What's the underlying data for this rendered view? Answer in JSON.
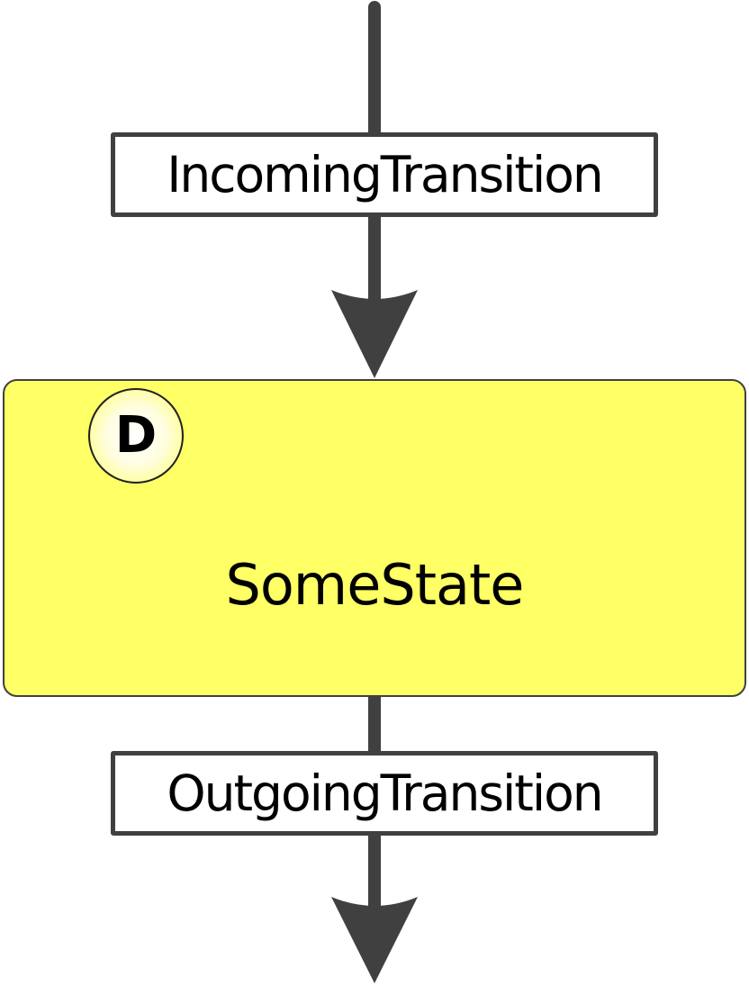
{
  "transitions": {
    "incoming": "IncomingTransition",
    "outgoing": "OutgoingTransition"
  },
  "state": {
    "name": "SomeState",
    "badge": "D"
  },
  "colors": {
    "state_fill": "#ffff66",
    "arrow": "#404040",
    "label_fill": "#ffffff",
    "text": "#000000"
  }
}
